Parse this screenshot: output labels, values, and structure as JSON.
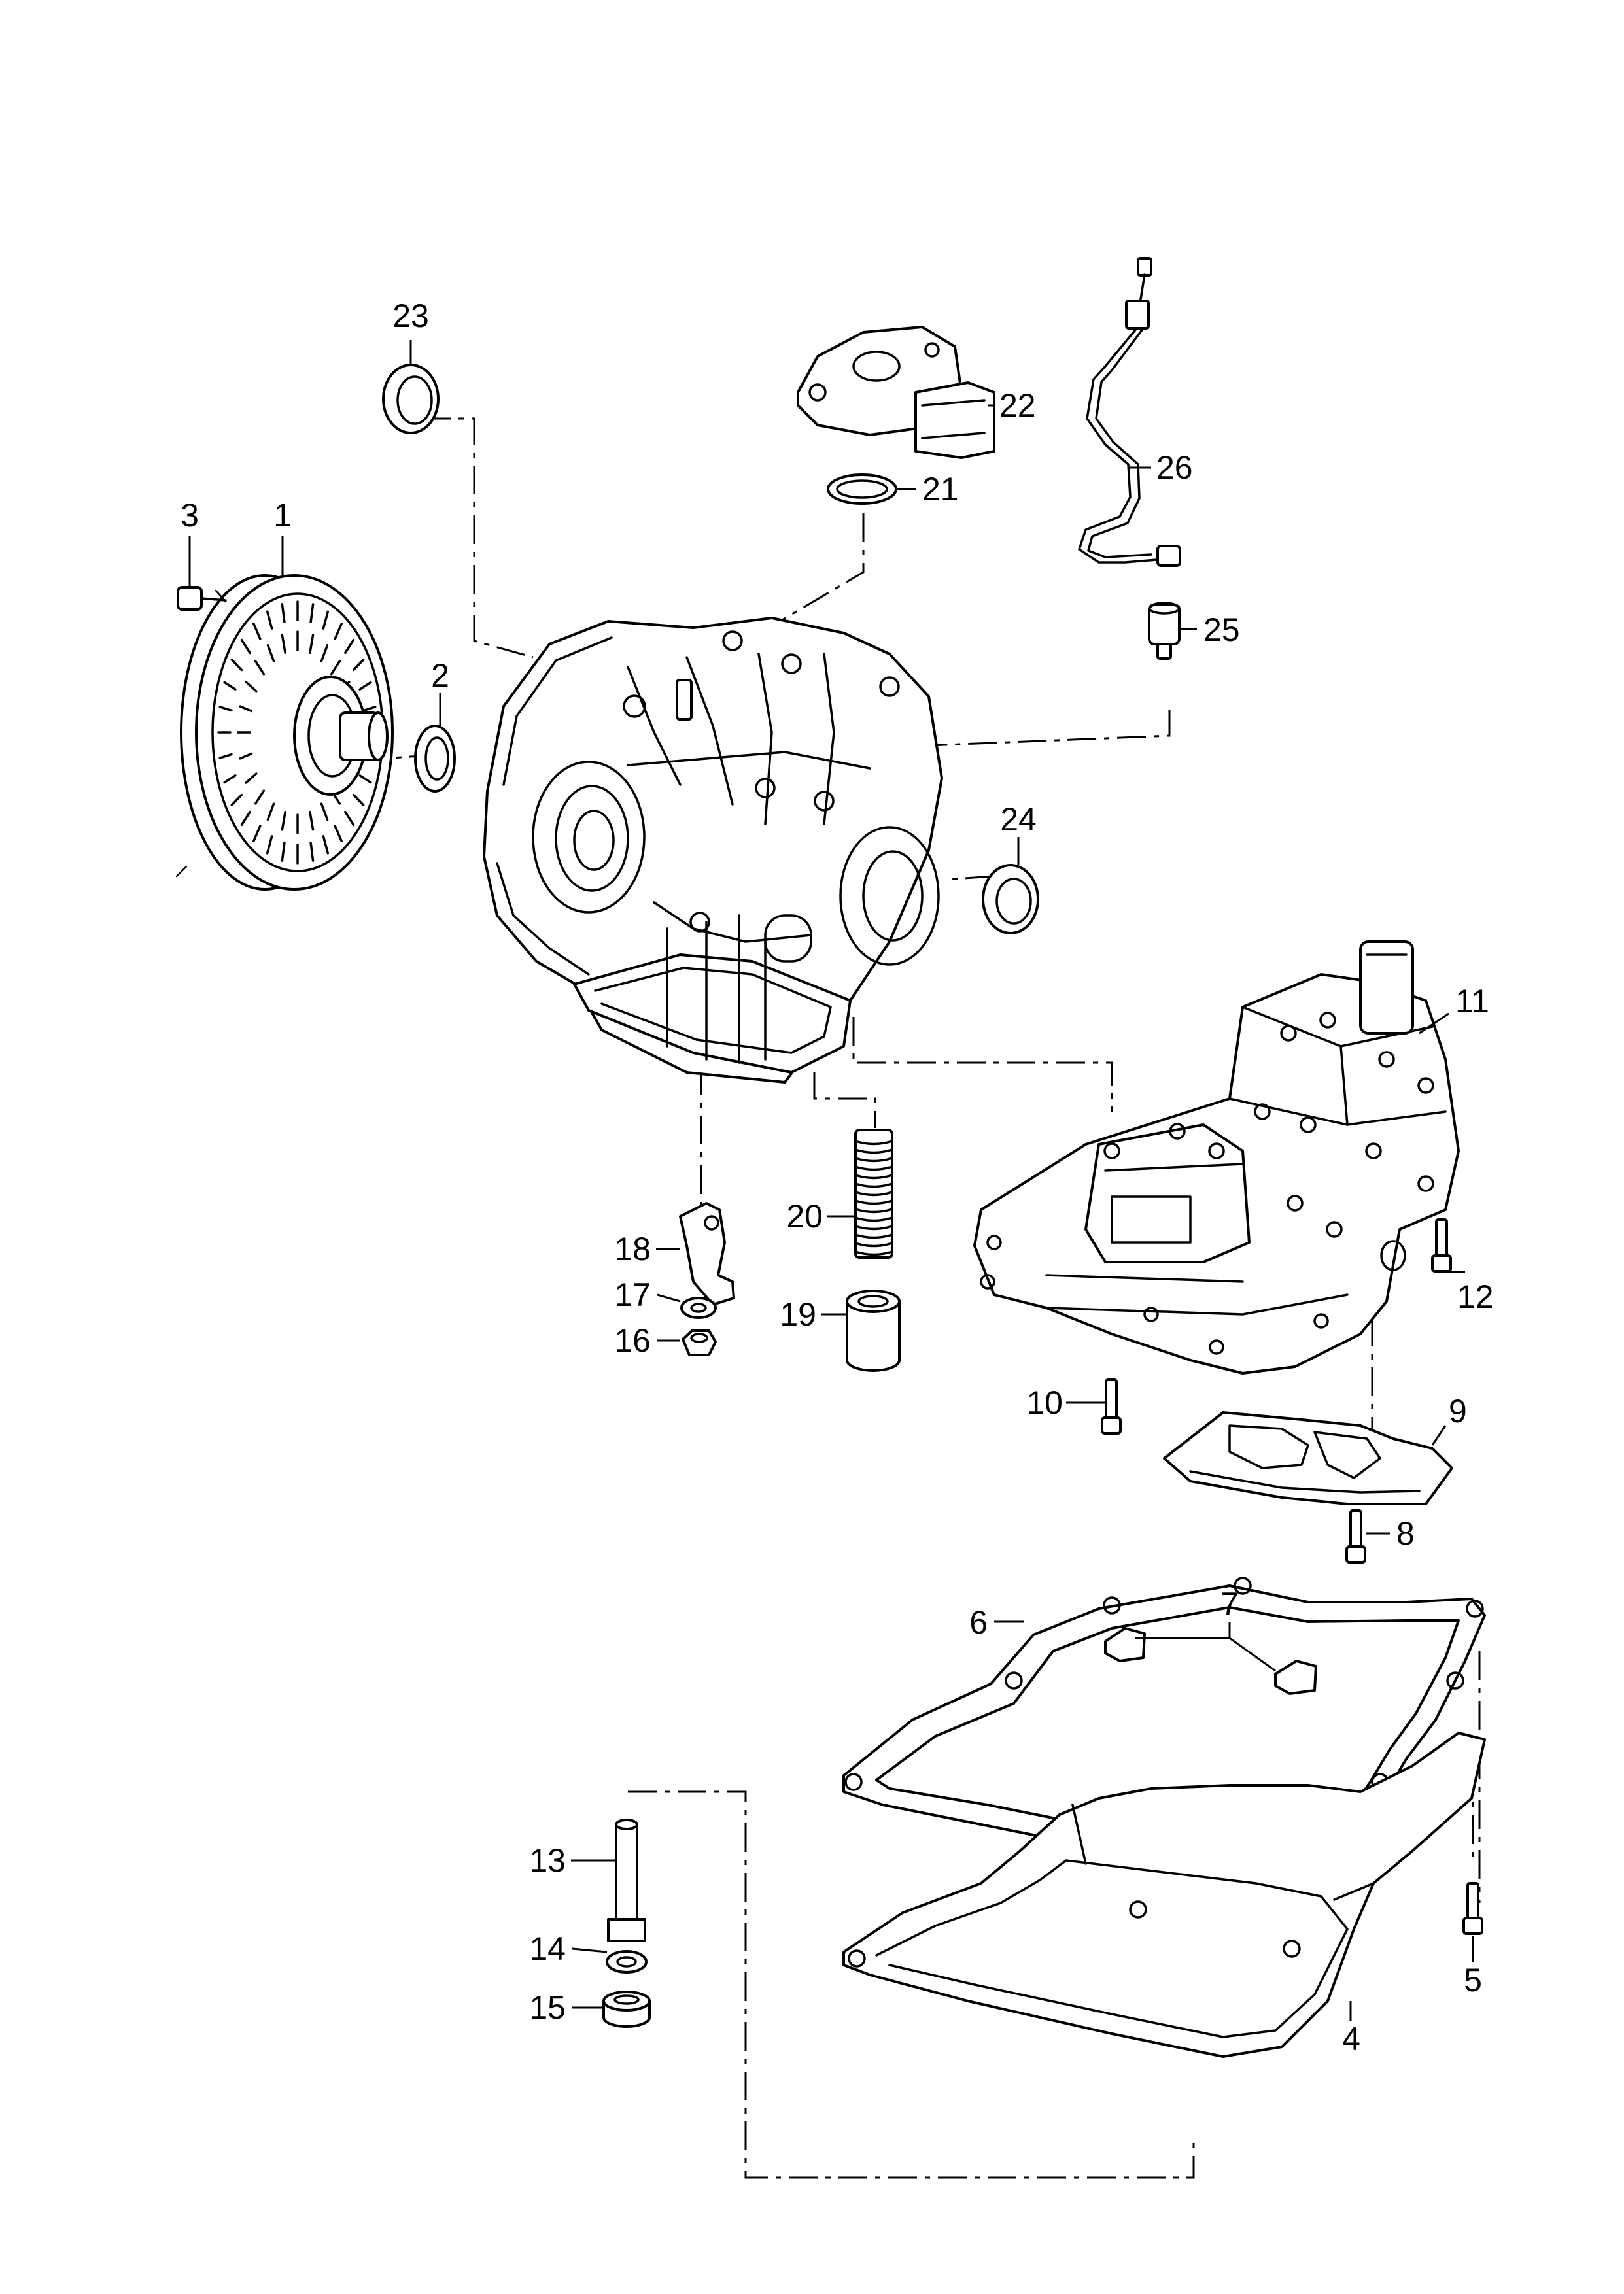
{
  "callouts": [
    {
      "id": "c1",
      "text": "1"
    },
    {
      "id": "c2",
      "text": "2"
    },
    {
      "id": "c3",
      "text": "3"
    },
    {
      "id": "c4",
      "text": "4"
    },
    {
      "id": "c5",
      "text": "5"
    },
    {
      "id": "c6",
      "text": "6"
    },
    {
      "id": "c7",
      "text": "7"
    },
    {
      "id": "c8",
      "text": "8"
    },
    {
      "id": "c9",
      "text": "9"
    },
    {
      "id": "c10",
      "text": "10"
    },
    {
      "id": "c11",
      "text": "11"
    },
    {
      "id": "c12",
      "text": "12"
    },
    {
      "id": "c13",
      "text": "13"
    },
    {
      "id": "c14",
      "text": "14"
    },
    {
      "id": "c15",
      "text": "15"
    },
    {
      "id": "c16",
      "text": "16"
    },
    {
      "id": "c17",
      "text": "17"
    },
    {
      "id": "c18",
      "text": "18"
    },
    {
      "id": "c19",
      "text": "19"
    },
    {
      "id": "c20",
      "text": "20"
    },
    {
      "id": "c21",
      "text": "21"
    },
    {
      "id": "c22",
      "text": "22"
    },
    {
      "id": "c23",
      "text": "23"
    },
    {
      "id": "c24",
      "text": "24"
    },
    {
      "id": "c25",
      "text": "25"
    },
    {
      "id": "c26",
      "text": "26"
    }
  ]
}
